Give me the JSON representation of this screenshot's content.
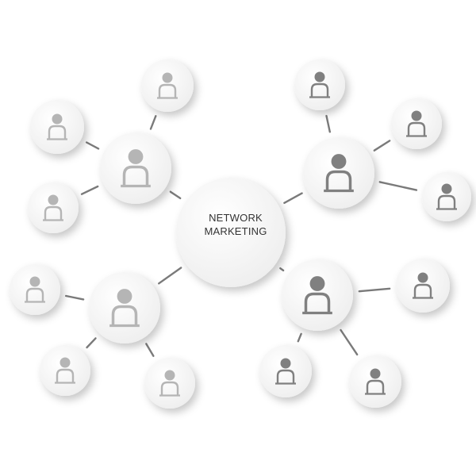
{
  "diagram": {
    "center": {
      "line1": "NETWORK",
      "line2": "MARKETING"
    },
    "person_icon": "person-icon",
    "colors": {
      "background": "#ffffff",
      "circle_fill": "#f3f3f3",
      "connector": "#7a7a7a",
      "icon_dark": "#808080",
      "icon_light": "#b5b5b5"
    },
    "hubs": [
      {
        "name": "hub-top-left",
        "satellites": 3
      },
      {
        "name": "hub-top-right",
        "satellites": 3
      },
      {
        "name": "hub-bottom-left",
        "satellites": 3
      },
      {
        "name": "hub-bottom-right",
        "satellites": 3
      }
    ]
  }
}
